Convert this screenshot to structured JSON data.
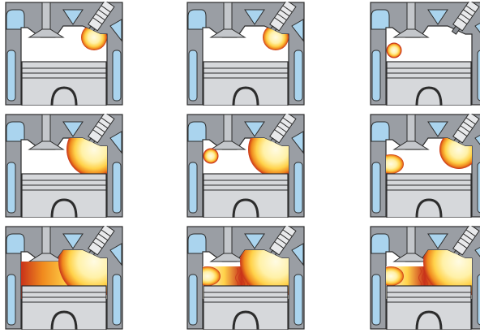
{
  "colors": {
    "cylinder_wall": "#9a9ea4",
    "outline": "#2c2c2c",
    "coolant": "#aad4ee",
    "piston": "#d6d8db",
    "flame_core": "#fffbe3",
    "flame_mid": "#ffd24a",
    "flame_outer": "#f08a1e",
    "flame_edge": "#c8321a"
  },
  "icons": [
    "intake-valve-icon",
    "spark-plug-icon",
    "coolant-jacket-icon",
    "piston-icon",
    "flame-front-icon"
  ],
  "panels": [
    {
      "row": 1,
      "col": 1,
      "spark_flame": "small",
      "hot_spot": "none",
      "charge_burn": "none"
    },
    {
      "row": 1,
      "col": 2,
      "spark_flame": "small",
      "hot_spot": "none",
      "charge_burn": "none"
    },
    {
      "row": 1,
      "col": 3,
      "spark_flame": "none",
      "hot_spot": "small",
      "charge_burn": "none"
    },
    {
      "row": 2,
      "col": 1,
      "spark_flame": "large",
      "hot_spot": "none",
      "charge_burn": "none"
    },
    {
      "row": 2,
      "col": 2,
      "spark_flame": "large",
      "hot_spot": "small",
      "charge_burn": "none"
    },
    {
      "row": 2,
      "col": 3,
      "spark_flame": "medium",
      "hot_spot": "wall",
      "charge_burn": "none"
    },
    {
      "row": 3,
      "col": 1,
      "spark_flame": "full",
      "hot_spot": "none",
      "charge_burn": "gradient"
    },
    {
      "row": 3,
      "col": 2,
      "spark_flame": "full",
      "hot_spot": "wall",
      "charge_burn": "knock"
    },
    {
      "row": 3,
      "col": 3,
      "spark_flame": "full",
      "hot_spot": "wall",
      "charge_burn": "knock"
    }
  ]
}
